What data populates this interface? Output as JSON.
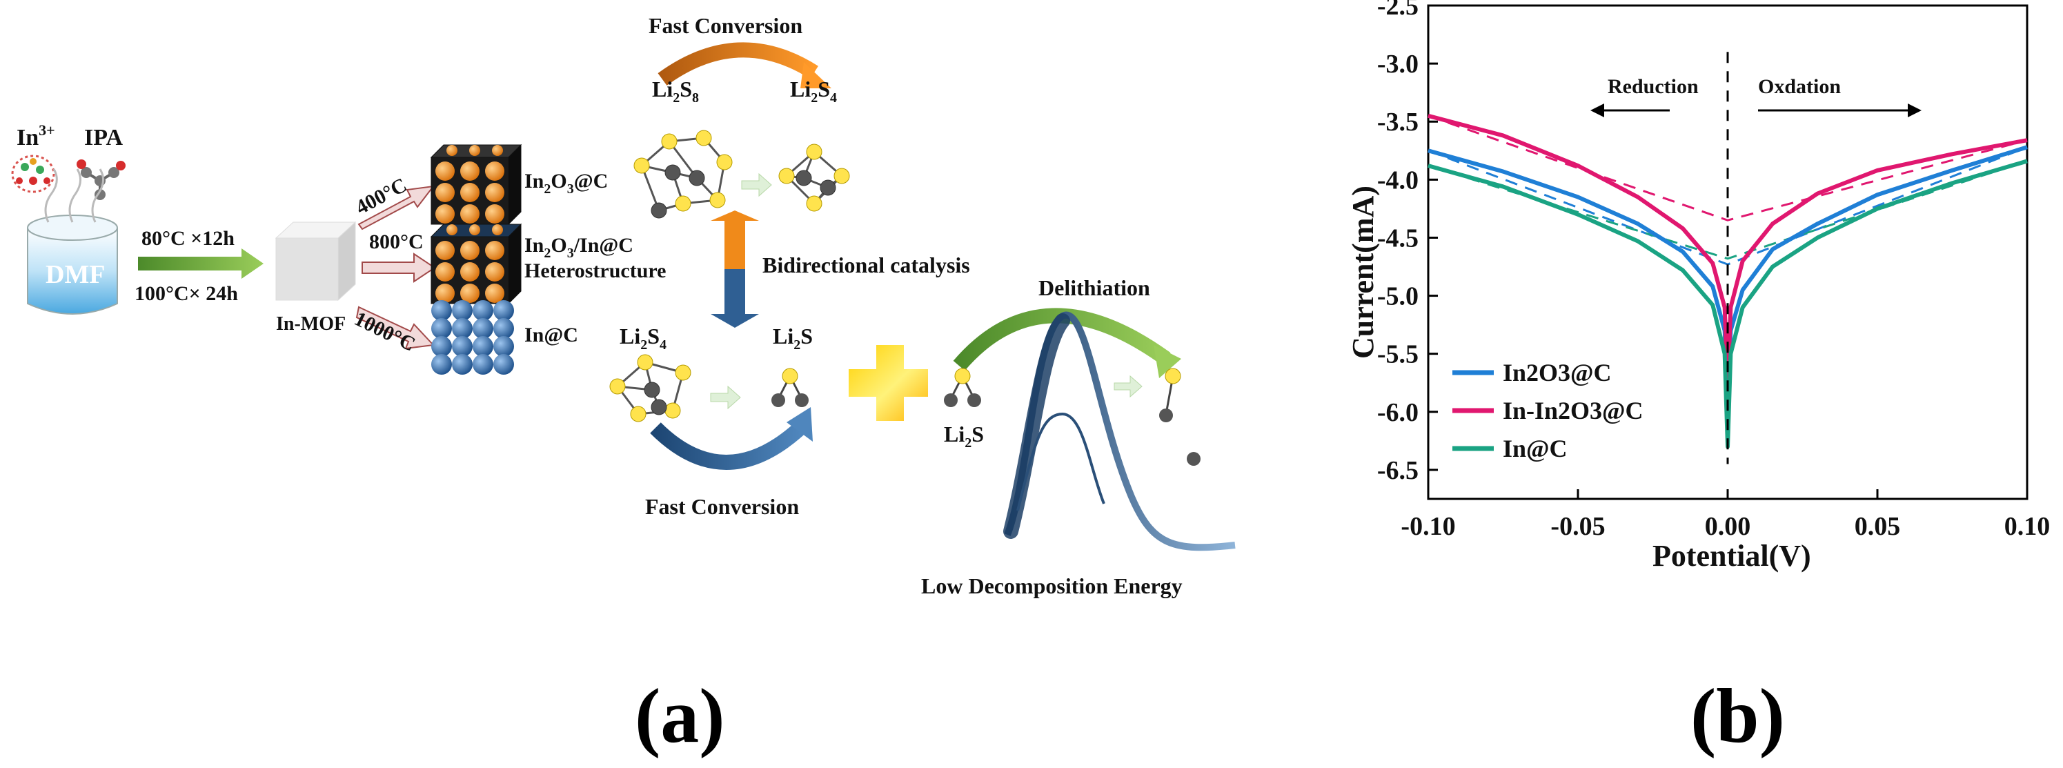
{
  "panel_a": {
    "label": "(a)",
    "ion": "In",
    "ion_sup": "3+",
    "ligand": "IPA",
    "solvent": "DMF",
    "cond1": "80°C ×12h",
    "cond2": "100°C× 24h",
    "mof": "In-MOF",
    "t400": "400°C",
    "t800": "800°C",
    "t1000": "1000°C",
    "prod1": {
      "a": "In",
      "s": "2",
      "b": "O",
      "s2": "3",
      "c": "@C"
    },
    "prod2": {
      "a": "In",
      "s": "2",
      "b": "O",
      "s2": "3",
      "c": "/In@C",
      "line2": "Heterostructure"
    },
    "prod3": "In@C",
    "fast_top": "Fast Conversion",
    "li2s8": {
      "a": "Li",
      "s": "2",
      "b": "S",
      "s2": "8"
    },
    "li2s4_top": {
      "a": "Li",
      "s": "2",
      "b": "S",
      "s2": "4"
    },
    "bidirectional": "Bidirectional catalysis",
    "li2s4_bot": {
      "a": "Li",
      "s": "2",
      "b": "S",
      "s2": "4"
    },
    "li2s": {
      "a": "Li",
      "s": "2",
      "b": "S"
    },
    "fast_bottom": "Fast Conversion",
    "delithiation": "Delithiation",
    "li2s_right": {
      "a": "Li",
      "s": "2",
      "b": "S"
    },
    "low_energy": "Low Decomposition Energy",
    "colors": {
      "orange": "#e8841c",
      "blue": "#2f5f93",
      "green": "#7cb342",
      "yellow": "#ffe34d",
      "gray": "#5a5a5a"
    }
  },
  "panel_b": {
    "label": "(b)",
    "reduction": "Reduction",
    "oxidation": "Oxdation"
  },
  "chart_data": {
    "type": "line",
    "xlabel": "Potential(V)",
    "ylabel": "Current(mA)",
    "xlim": [
      -0.1,
      0.1
    ],
    "ylim": [
      -6.75,
      -2.5
    ],
    "xticks": [
      "-0.10",
      "-0.05",
      "0.00",
      "0.05",
      "0.10"
    ],
    "yticks": [
      "-2.5",
      "-3.0",
      "-3.5",
      "-4.0",
      "-4.5",
      "-5.0",
      "-5.5",
      "-6.0",
      "-6.5"
    ],
    "xtick_values": [
      -0.1,
      -0.05,
      0.0,
      0.05,
      0.1
    ],
    "ytick_values": [
      -2.5,
      -3.0,
      -3.5,
      -4.0,
      -4.5,
      -5.0,
      -5.5,
      -6.0,
      -6.5
    ],
    "legend_position": "bottom-left",
    "grid": false,
    "series": [
      {
        "name": "In2O3@C",
        "color": "#1f7fd6",
        "x": [
          -0.1,
          -0.075,
          -0.05,
          -0.03,
          -0.015,
          -0.005,
          -0.001,
          0.0,
          0.001,
          0.005,
          0.015,
          0.03,
          0.05,
          0.075,
          0.1
        ],
        "y": [
          -3.75,
          -3.93,
          -4.15,
          -4.38,
          -4.62,
          -4.92,
          -5.3,
          -6.0,
          -5.3,
          -4.95,
          -4.6,
          -4.38,
          -4.13,
          -3.92,
          -3.72
        ]
      },
      {
        "name": "In-In2O3@C",
        "color": "#e0176f",
        "x": [
          -0.1,
          -0.075,
          -0.05,
          -0.03,
          -0.015,
          -0.005,
          -0.001,
          0.0,
          0.001,
          0.005,
          0.015,
          0.03,
          0.05,
          0.075,
          0.1
        ],
        "y": [
          -3.45,
          -3.62,
          -3.88,
          -4.15,
          -4.42,
          -4.72,
          -5.1,
          -5.8,
          -5.1,
          -4.7,
          -4.38,
          -4.12,
          -3.92,
          -3.78,
          -3.66
        ]
      },
      {
        "name": "In@C",
        "color": "#1aa383",
        "x": [
          -0.1,
          -0.075,
          -0.05,
          -0.03,
          -0.015,
          -0.005,
          -0.001,
          0.0,
          0.001,
          0.005,
          0.015,
          0.03,
          0.05,
          0.075,
          0.1
        ],
        "y": [
          -3.88,
          -4.06,
          -4.3,
          -4.53,
          -4.78,
          -5.08,
          -5.5,
          -6.3,
          -5.5,
          -5.1,
          -4.75,
          -4.5,
          -4.25,
          -4.03,
          -3.84
        ]
      }
    ],
    "fit_lines": [
      {
        "color": "#e0176f",
        "x": [
          -0.1,
          0.0,
          0.1
        ],
        "y": [
          -3.45,
          -4.35,
          -3.66
        ]
      },
      {
        "color": "#1f7fd6",
        "x": [
          -0.1,
          0.0,
          0.1
        ],
        "y": [
          -3.75,
          -4.73,
          -3.72
        ]
      },
      {
        "color": "#1aa383",
        "x": [
          -0.1,
          0.0,
          0.1
        ],
        "y": [
          -3.88,
          -4.68,
          -3.84
        ]
      }
    ]
  }
}
